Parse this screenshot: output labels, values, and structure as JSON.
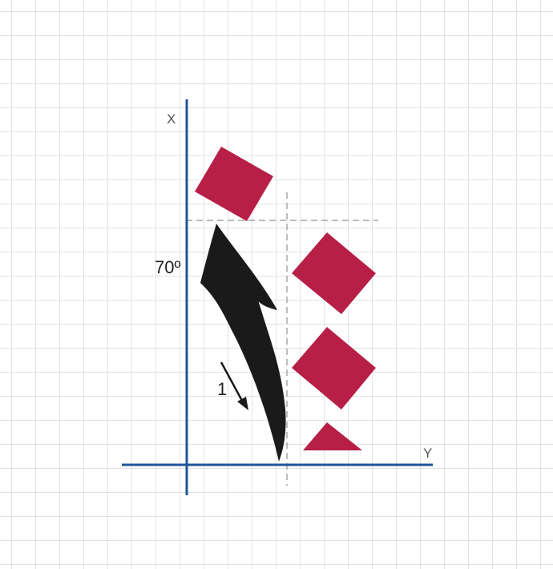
{
  "axes": {
    "x_label": "X",
    "y_label": "Y",
    "color": "#1f5597"
  },
  "angle_label": "70º",
  "arrow_label": "1",
  "colors": {
    "shape_fill": "#b71f47",
    "arrow_fill": "#1a1a1a",
    "guide_line": "#a6a6a6",
    "grid": "#e2e2e2"
  }
}
